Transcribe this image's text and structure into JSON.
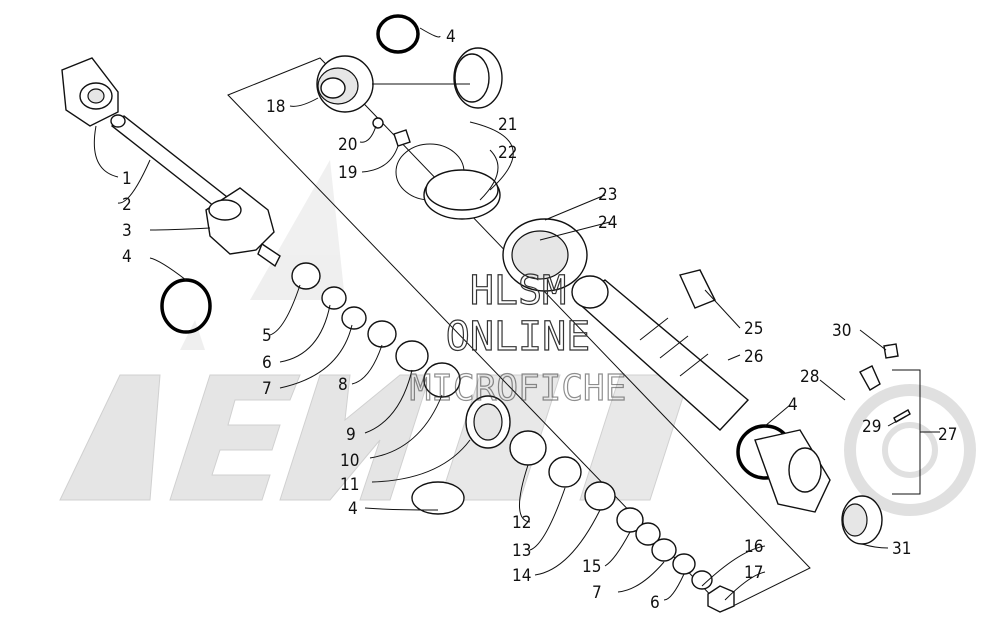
{
  "watermark": {
    "line1": "HLSM",
    "line2": "ONLINE",
    "line3": "MICROFICHE"
  },
  "callouts": {
    "c1": "1",
    "c2": "2",
    "c3": "3",
    "c4a": "4",
    "c4b": "4",
    "c4c": "4",
    "c4d": "4",
    "c5": "5",
    "c6a": "6",
    "c6b": "6",
    "c7a": "7",
    "c7b": "7",
    "c8": "8",
    "c9": "9",
    "c10": "10",
    "c11": "11",
    "c12": "12",
    "c13": "13",
    "c14": "14",
    "c15": "15",
    "c16": "16",
    "c17": "17",
    "c18": "18",
    "c19": "19",
    "c20": "20",
    "c21": "21",
    "c22": "22",
    "c23": "23",
    "c24": "24",
    "c25": "25",
    "c26": "26",
    "c27": "27",
    "c28": "28",
    "c29": "29",
    "c30": "30",
    "c31": "31"
  },
  "colors": {
    "line": "#111111",
    "watermark": "#d9d9d9",
    "fill": "#ffffff"
  }
}
